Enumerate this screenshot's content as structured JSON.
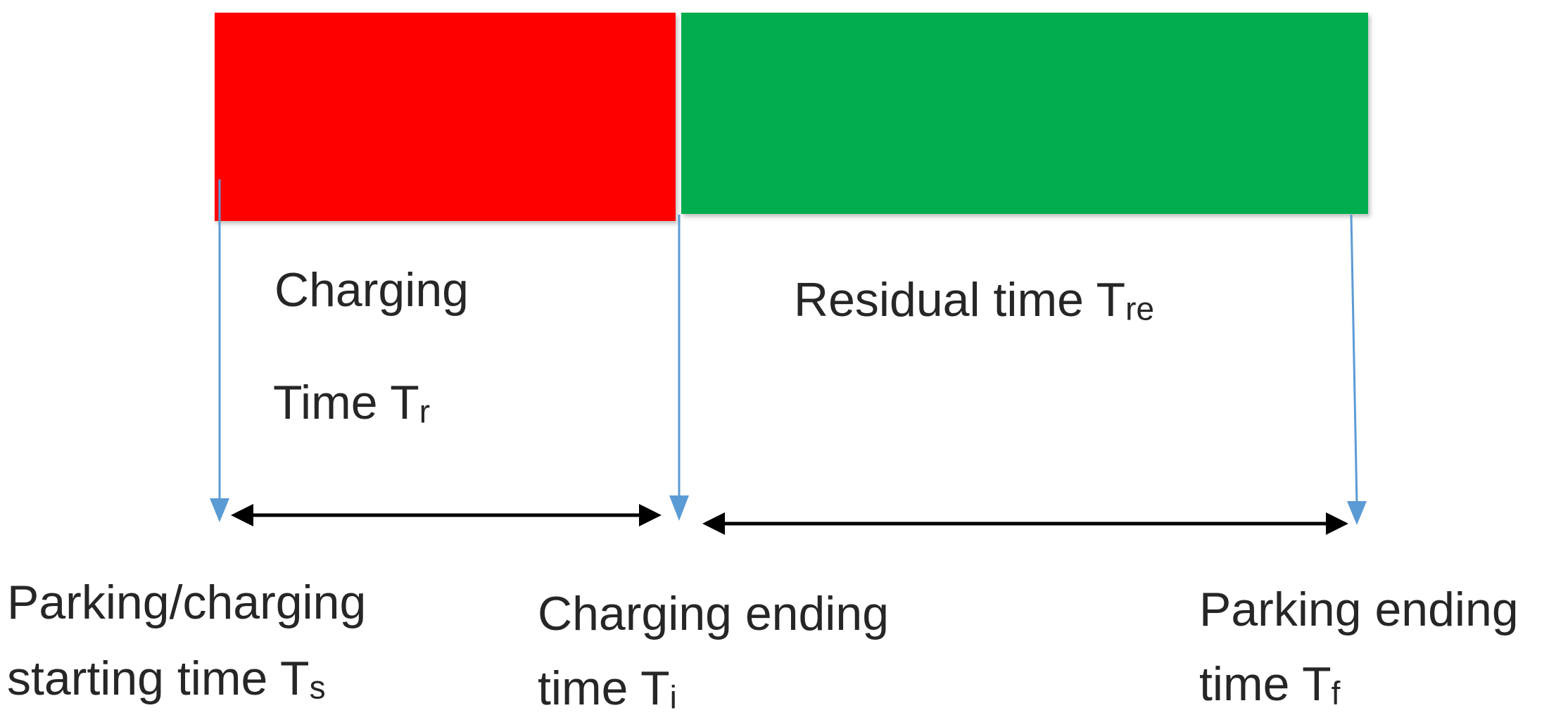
{
  "colors": {
    "charging_bar": "#ff0000",
    "residual_bar": "#00ad4e",
    "marker_arrow": "#5b9bd5",
    "span_arrow": "#000000",
    "text": "#262626"
  },
  "bars": {
    "charging": {
      "label_line1": "Charging",
      "label_line2_main": "Time T",
      "label_line2_sub": "r"
    },
    "residual": {
      "label_main": "Residual  time T",
      "label_sub": "re"
    }
  },
  "markers": {
    "start": {
      "line1": "Parking/charging",
      "line2_main": "starting time  T",
      "line2_sub": "s"
    },
    "charge_end": {
      "line1": "Charging ending",
      "line2_main": "time T",
      "line2_sub": "i"
    },
    "park_end": {
      "line1": "Parking ending",
      "line2_main": "time T",
      "line2_sub": "f"
    }
  }
}
